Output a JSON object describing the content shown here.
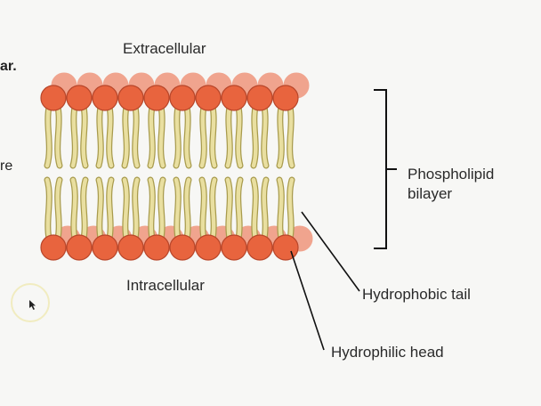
{
  "labels": {
    "top": "Extracellular",
    "bottom": "Intracellular",
    "bilayer_line1": "Phospholipid",
    "bilayer_line2": "bilayer",
    "tail": "Hydrophobic tail",
    "head": "Hydrophilic head"
  },
  "edge_text": {
    "top_left": "ar.",
    "mid_left": "re"
  },
  "colors": {
    "head": "#e8643e",
    "head_stroke": "#b8462a",
    "tail": "#e9dfa0",
    "tail_stroke": "#a89b4d",
    "back_head": "#f0a48e",
    "line": "#111111",
    "cursor_ring": "#f1ecc0"
  },
  "membrane": {
    "front_heads_per_leaflet": 10,
    "back_heads_per_leaflet": 10
  }
}
